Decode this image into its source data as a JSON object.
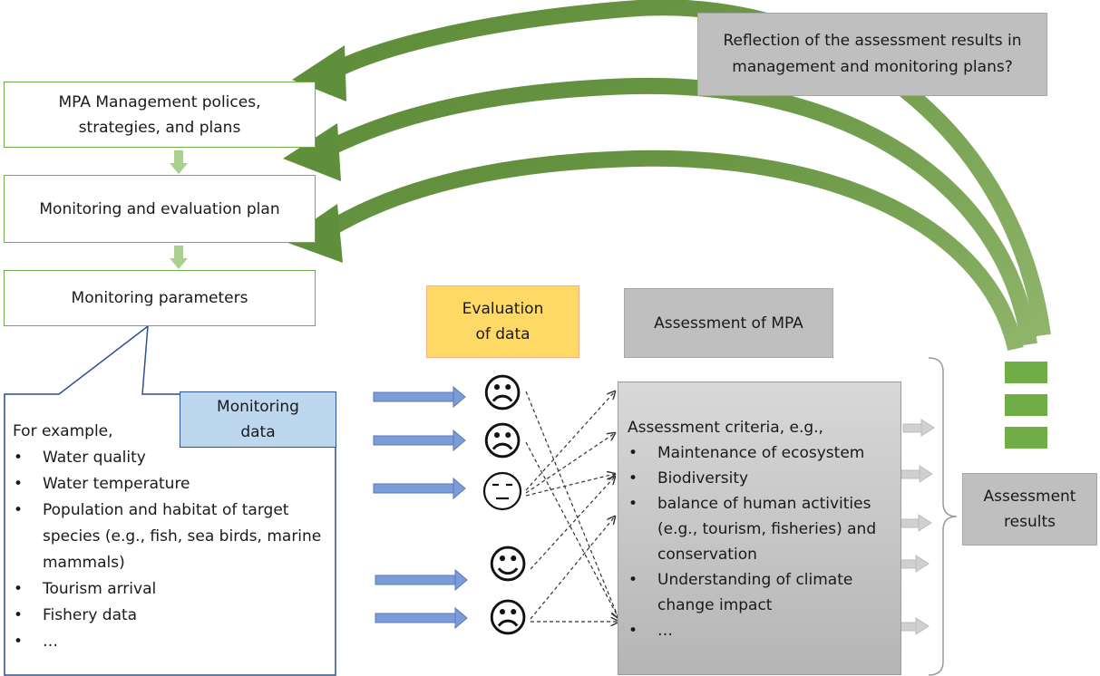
{
  "colors": {
    "green_arrow": "#6e9a44",
    "green_border": "#70ad47",
    "blue_arrow": "#7b9bd9",
    "evaluation_fill": "#ffd966",
    "monitoring_data_fill": "#bdd7ee",
    "gray_box": "#bfbfbf"
  },
  "reflection": "Reflection of the assessment results in management and monitoring plans?",
  "boxes": {
    "policies": "MPA Management polices, strategies, and plans",
    "me_plan": "Monitoring and evaluation plan",
    "parameters": "Monitoring parameters",
    "evaluation": "Evaluation of data",
    "assessment_mpa": "Assessment of MPA",
    "monitoring_data": "Monitoring data",
    "assessment_results": "Assessment results"
  },
  "examples": {
    "intro": "For example,",
    "items": [
      "Water quality",
      "Water temperature",
      "Population and habitat of target species (e.g., fish, sea birds, marine mammals)",
      "Tourism arrival",
      "Fishery data",
      "…"
    ]
  },
  "criteria": {
    "intro": "Assessment criteria, e.g.,",
    "items": [
      "Maintenance of ecosystem",
      "Biodiversity",
      "balance of human activities (e.g., tourism, fisheries) and conservation",
      "Understanding of climate change impact",
      "…"
    ]
  },
  "faces": [
    {
      "name": "sad-face-icon",
      "glyph": "☹"
    },
    {
      "name": "sad-face-icon",
      "glyph": "☹"
    },
    {
      "name": "neutral-face-icon",
      "glyph": ""
    },
    {
      "name": "happy-face-icon",
      "glyph": "☺"
    },
    {
      "name": "sad-face-icon",
      "glyph": "☹"
    }
  ]
}
